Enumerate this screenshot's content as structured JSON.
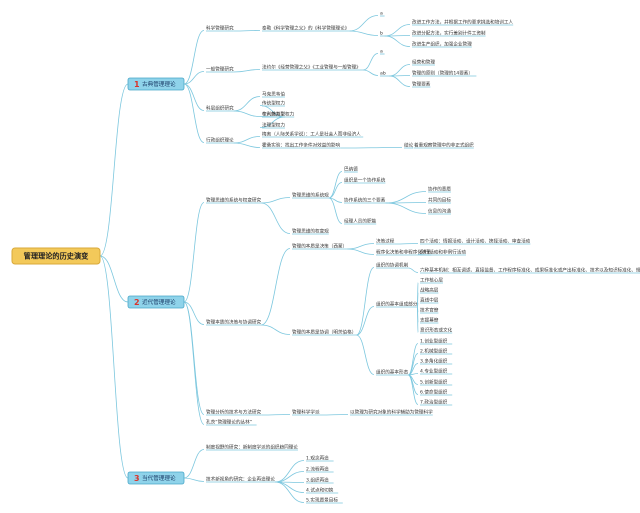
{
  "root": {
    "label": "管理理论的历史演变"
  },
  "colors": {
    "root_fill": "#f3c95a",
    "root_stroke": "#d9a93a",
    "badge_fill": "#8fd3ea",
    "badge_stroke": "#4aa7c8",
    "line": "#7cc7de",
    "badge_num": "#d9342b"
  },
  "branches": [
    {
      "num": "1",
      "label": "古典管理理论",
      "children": [
        {
          "label": "科学管理研究",
          "children": [
            {
              "label": "泰勒《科学管理之父》的《科学管理理论》",
              "children": [
                {
                  "label": "a",
                  "children": []
                },
                {
                  "label": "b",
                  "children": [
                    {
                      "label": "改进工作方法，并根据工作的要求挑选和培训工人"
                    },
                    {
                      "label": "改进分配方法，实行差别计件工资制"
                    },
                    {
                      "label": "改进生产组织，加强企业管理"
                    }
                  ]
                }
              ]
            }
          ]
        },
        {
          "label": "一般管理研究",
          "children": [
            {
              "label": "法约尔《经营管理之父》《工业管理与一般管理》",
              "children": [
                {
                  "label": "a",
                  "children": []
                },
                {
                  "label": "ab",
                  "children": [
                    {
                      "label": "经营和管理"
                    },
                    {
                      "label": "管理的原则（管理的14要素）"
                    },
                    {
                      "label": "管理要素"
                    }
                  ]
                }
              ]
            }
          ]
        },
        {
          "label": "科层组织研究",
          "children": [
            {
              "label": "马克思韦伯",
              "children": []
            },
            {
              "label": "权利的类型",
              "children": [
                {
                  "label": "传统型权力"
                },
                {
                  "label": "个人魅力型权力"
                },
                {
                  "label": "法理型权力"
                }
              ]
            }
          ]
        },
        {
          "label": "行政组织理论",
          "children": [
            {
              "label": "梅奥（人际关系学说）：工人是社会人而非经济人",
              "children": []
            },
            {
              "label": "霍桑实验：找出工作条件对效益的影响",
              "children": [
                {
                  "label": "结论",
                  "children": [
                    {
                      "label": "着重观察管理中的非正式组织"
                    }
                  ]
                }
              ]
            }
          ]
        }
      ]
    },
    {
      "num": "2",
      "label": "近代管理理论",
      "children": [
        {
          "label": "管理思维的系统与权变研究",
          "children": [
            {
              "label": "管理思维的系统观",
              "children": [
                {
                  "label": "巴纳德"
                },
                {
                  "label": "组织是一个协作系统"
                },
                {
                  "label": "协作系统的三个要素",
                  "children": [
                    {
                      "label": "协作的意愿"
                    },
                    {
                      "label": "共同的目标"
                    },
                    {
                      "label": "信息的沟通"
                    }
                  ]
                },
                {
                  "label": "经理人员的职能"
                }
              ]
            },
            {
              "label": "管理思维的权变观",
              "children": []
            }
          ]
        },
        {
          "label": "管理本质的决策与协调研究",
          "children": [
            {
              "label": "管理的本质是决策（西蒙）",
              "children": [
                {
                  "label": "决策过程",
                  "children": [
                    {
                      "label": "四个活动：情报活动、设计活动、抉择活动、审查活动"
                    }
                  ]
                },
                {
                  "label": "程序化决策和非程序化决策",
                  "children": [
                    {
                      "label": "例行活动和非例行活动"
                    }
                  ]
                }
              ]
            },
            {
              "label": "管理的本质是协调（明茨伯格）",
              "children": [
                {
                  "label": "组织的协调机制",
                  "children": [
                    {
                      "label": "六种基本机制：相互调适、直接监督、工作程序标准化、成果标准化或产出标准化、技术以及知识标准化、规范标准化"
                    }
                  ]
                },
                {
                  "label": "组织的基本组成部分",
                  "children": [
                    {
                      "label": "工作核心层"
                    },
                    {
                      "label": "战略高层"
                    },
                    {
                      "label": "直线中层"
                    },
                    {
                      "label": "技术官僚"
                    },
                    {
                      "label": "支援幕僚"
                    },
                    {
                      "label": "意识形态或文化"
                    }
                  ]
                },
                {
                  "label": "组织的基本形态",
                  "children": [
                    {
                      "label": "1.创业型组织"
                    },
                    {
                      "label": "2.机械型组织"
                    },
                    {
                      "label": "3.多角化组织"
                    },
                    {
                      "label": "4.专业型组织"
                    },
                    {
                      "label": "5.创新型组织"
                    },
                    {
                      "label": "6.使命型组织"
                    },
                    {
                      "label": "7.政治型组织"
                    }
                  ]
                }
              ]
            }
          ]
        },
        {
          "label": "管理分析的技术与方法研究",
          "children": [
            {
              "label": "管理科学学派",
              "children": [
                {
                  "label": "以管理为研究对象的科学辅助为管理科学"
                }
              ]
            }
          ]
        },
        {
          "label": "孔茨“管理理论的丛林”",
          "children": []
        }
      ]
    },
    {
      "num": "3",
      "label": "当代管理理论",
      "children": [
        {
          "label": "制度视野的研究：新制度学派的组织趋同理论",
          "children": []
        },
        {
          "label": "技术新视角的研究：企业再造理论",
          "children": [
            {
              "label": "1.观念再造"
            },
            {
              "label": "2.流程再造"
            },
            {
              "label": "3.组织再造"
            },
            {
              "label": "4.试点和切换"
            },
            {
              "label": "5.实现愿景目标"
            }
          ]
        }
      ]
    }
  ]
}
